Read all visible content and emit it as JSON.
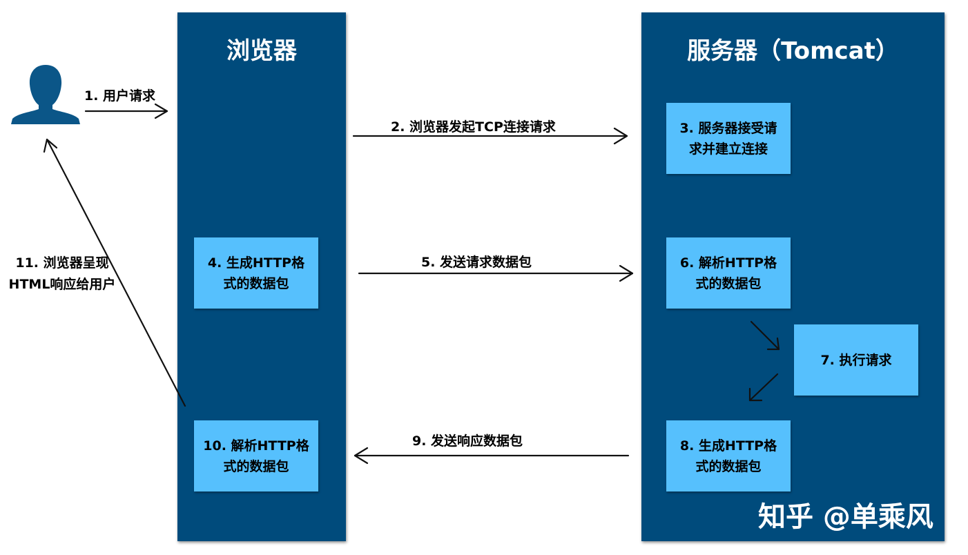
{
  "lanes": {
    "browser": {
      "title": "浏览器"
    },
    "server": {
      "title": "服务器（Tomcat）"
    }
  },
  "actor": {
    "icon": "user-icon"
  },
  "steps": {
    "s1": "1. 用户请求",
    "s2": "2. 浏览器发起TCP连接请求",
    "s3": "3. 服务器接受请求并建立连接",
    "s4": "4. 生成HTTP格式的数据包",
    "s5": "5. 发送请求数据包",
    "s6": "6. 解析HTTP格式的数据包",
    "s7": "7. 执行请求",
    "s8": "8. 生成HTTP格式的数据包",
    "s9": "9. 发送响应数据包",
    "s10": "10. 解析HTTP格式的数据包",
    "s11": "11. 浏览器呈现HTML响应给用户"
  },
  "colors": {
    "lane": "#004b7c",
    "box": "#56c0fd",
    "icon": "#0b5688",
    "arrow": "#111111"
  },
  "watermark": "知乎 @单乘风"
}
